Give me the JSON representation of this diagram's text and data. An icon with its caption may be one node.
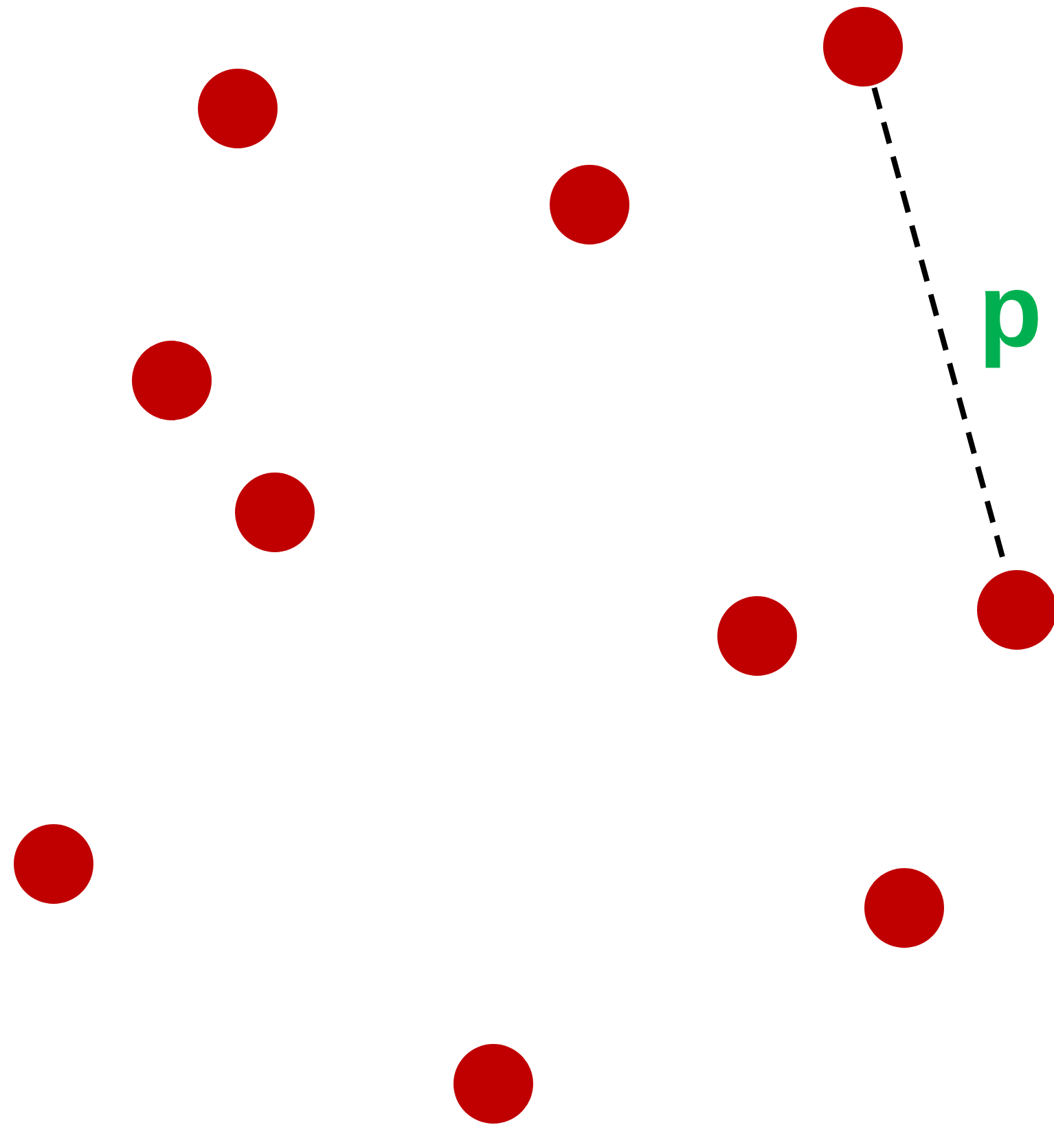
{
  "diagram": {
    "nodes": [
      {
        "text": [],
        "shape": "circle"
      },
      {
        "text": [],
        "shape": "circle"
      },
      {
        "text": [],
        "shape": "circle"
      },
      {
        "text": [],
        "shape": "circle"
      },
      {
        "text": [],
        "shape": "circle"
      },
      {
        "text": [],
        "shape": "circle"
      },
      {
        "text": [],
        "shape": "circle"
      },
      {
        "text": [],
        "shape": "circle"
      },
      {
        "text": [],
        "shape": "circle"
      },
      {
        "text": [],
        "shape": "circle"
      }
    ],
    "edges": [
      {
        "from": 0,
        "to": 5,
        "arrow": "none",
        "style": "dashed",
        "label": "p"
      }
    ]
  }
}
